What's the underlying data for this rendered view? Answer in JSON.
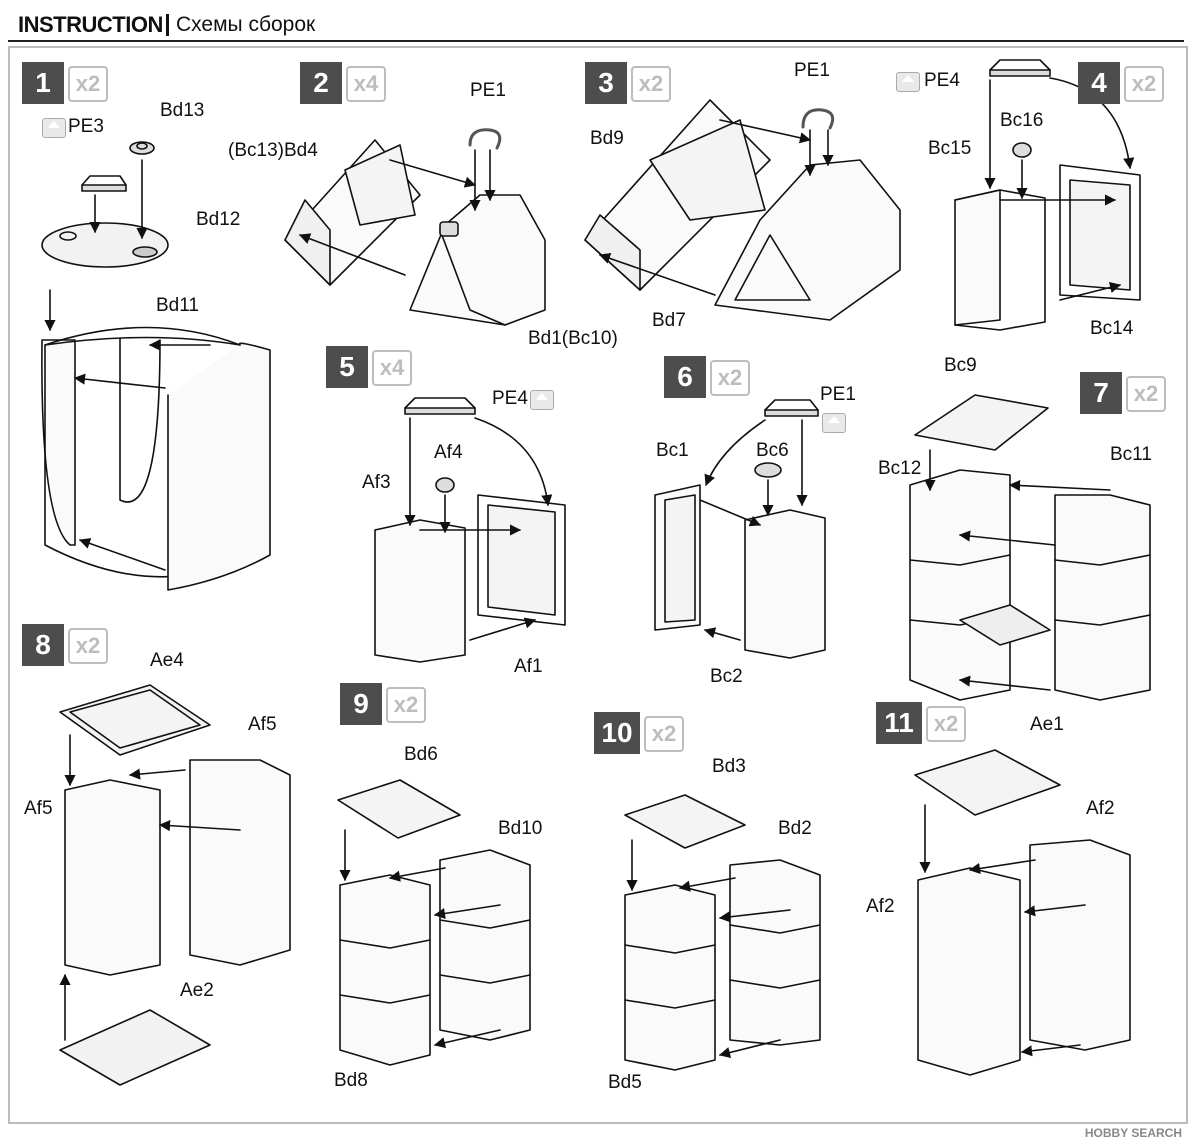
{
  "header": {
    "title": "INSTRUCTION",
    "subtitle": "Схемы сборок"
  },
  "steps": [
    {
      "number": "1",
      "multiplier": "x2",
      "labels": [
        "PE3",
        "Bd13",
        "Bd12",
        "Bd11"
      ]
    },
    {
      "number": "2",
      "multiplier": "x4",
      "labels": [
        "PE1",
        "(Bc13)Bd4",
        "Bd1(Bc10)"
      ]
    },
    {
      "number": "3",
      "multiplier": "x2",
      "labels": [
        "PE1",
        "Bd9",
        "Bd7"
      ]
    },
    {
      "number": "4",
      "multiplier": "x2",
      "labels": [
        "PE4",
        "Bc16",
        "Bc15",
        "Bc14"
      ]
    },
    {
      "number": "5",
      "multiplier": "x4",
      "labels": [
        "PE4",
        "Af4",
        "Af3",
        "Af1"
      ]
    },
    {
      "number": "6",
      "multiplier": "x2",
      "labels": [
        "PE1",
        "Bc1",
        "Bc6",
        "Bc2"
      ]
    },
    {
      "number": "7",
      "multiplier": "x2",
      "labels": [
        "Bc9",
        "Bc12",
        "Bc11"
      ]
    },
    {
      "number": "8",
      "multiplier": "x2",
      "labels": [
        "Ae4",
        "Af5",
        "Af5",
        "Ae2"
      ]
    },
    {
      "number": "9",
      "multiplier": "x2",
      "labels": [
        "Bd6",
        "Bd10",
        "Bd8"
      ]
    },
    {
      "number": "10",
      "multiplier": "x2",
      "labels": [
        "Bd3",
        "Bd2",
        "Bd5"
      ]
    },
    {
      "number": "11",
      "multiplier": "x2",
      "labels": [
        "Ae1",
        "Af2",
        "Af2"
      ]
    }
  ],
  "watermark": "HOBBY SEARCH",
  "icons": {
    "photo_etch": "up-arrow-photo-etch-icon"
  }
}
